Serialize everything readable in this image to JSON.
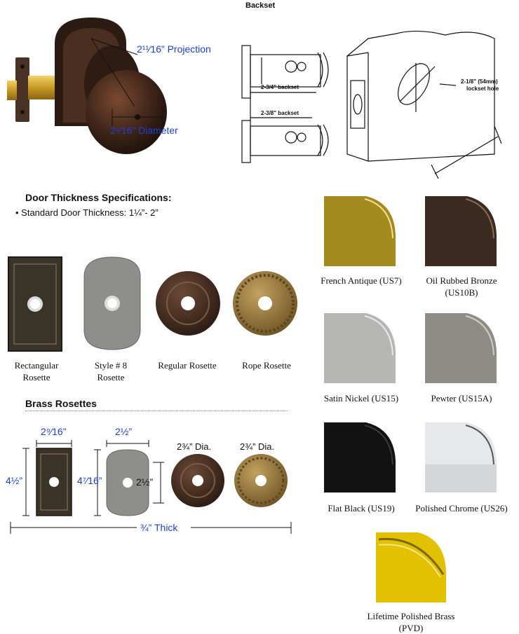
{
  "knob": {
    "projection_label": "2¹¹⁄16” Projection",
    "diameter_label": "2⁵⁄16” Diameter"
  },
  "backset": {
    "title": "Backset",
    "backset_long": "2-3/4\" backset",
    "backset_short": "2-3/8\" backset",
    "hole_label_1": "2-1/8\" (54mm)",
    "hole_label_2": "lockset hole"
  },
  "door": {
    "heading": "Door Thickness Specifications:",
    "bullet": "• Standard Door Thickness: 1¼”- 2”"
  },
  "rosettes": [
    {
      "label": "Rectangular Rosette"
    },
    {
      "label": "Style # 8 Rosette"
    },
    {
      "label": "Regular Rosette"
    },
    {
      "label": "Rope Rosette"
    }
  ],
  "brass": {
    "heading": "Brass Rosettes",
    "rect_width": "2⁹⁄16”",
    "rect_height": "4½”",
    "style8_width": "2½”",
    "style8_height": "4⁷⁄16”",
    "style8_inner": "2½”",
    "regular_dia": "2¾” Dia.",
    "rope_dia": "2¾” Dia.",
    "thick": "¾” Thick"
  },
  "finishes": [
    {
      "label": "French Antique (US7)",
      "color": "#a48b1f"
    },
    {
      "label": "Oil Rubbed Bronze (US10B)",
      "color": "#3a2a20"
    },
    {
      "label": "Satin Nickel (US15)",
      "color": "#b6b6b4"
    },
    {
      "label": "Pewter (US15A)",
      "color": "#8e8c84"
    },
    {
      "label": "Flat Black (US19)",
      "color": "#121212"
    },
    {
      "label": "Polished Chrome (US26)",
      "color": "#e6e8ea"
    },
    {
      "label": "Lifetime Polished Brass (PVD)",
      "color": "#e2c200"
    }
  ]
}
